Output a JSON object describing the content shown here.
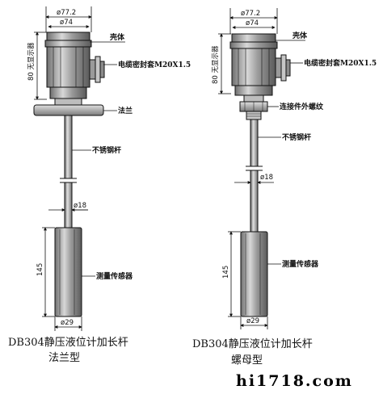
{
  "left": {
    "dim_outer": "ø77.2",
    "dim_inner": "ø74",
    "dim_side": "80 无显示器",
    "label_shell": "壳体",
    "label_gland": "电缆密封套M20X1.5",
    "label_flange": "法兰",
    "label_rod": "不锈钢杆",
    "dim_rod": "ø18",
    "dim_length": "145",
    "label_sensor": "测量传感器",
    "dim_sensor": "ø29",
    "caption_line1": "DB304静压液位计加长杆",
    "caption_line2": "法兰型"
  },
  "right": {
    "dim_outer": "ø77.2",
    "dim_inner": "ø74",
    "dim_side": "80 无显示器",
    "label_shell": "壳体",
    "label_gland": "电缆密封套M20X1.5",
    "label_thread": "连接件外螺纹",
    "label_rod": "不锈钢杆",
    "dim_rod": "ø18",
    "dim_length": "145",
    "label_sensor": "测量传感器",
    "dim_sensor": "ø29",
    "caption_line1": "DB304静压液位计加长杆",
    "caption_line2": "螺母型"
  },
  "watermark": "hi1718.com",
  "colors": {
    "line": "#111111",
    "fill_dark": "#7a7a7a",
    "fill_mid": "#b8b8b8",
    "fill_light": "#dedede"
  }
}
